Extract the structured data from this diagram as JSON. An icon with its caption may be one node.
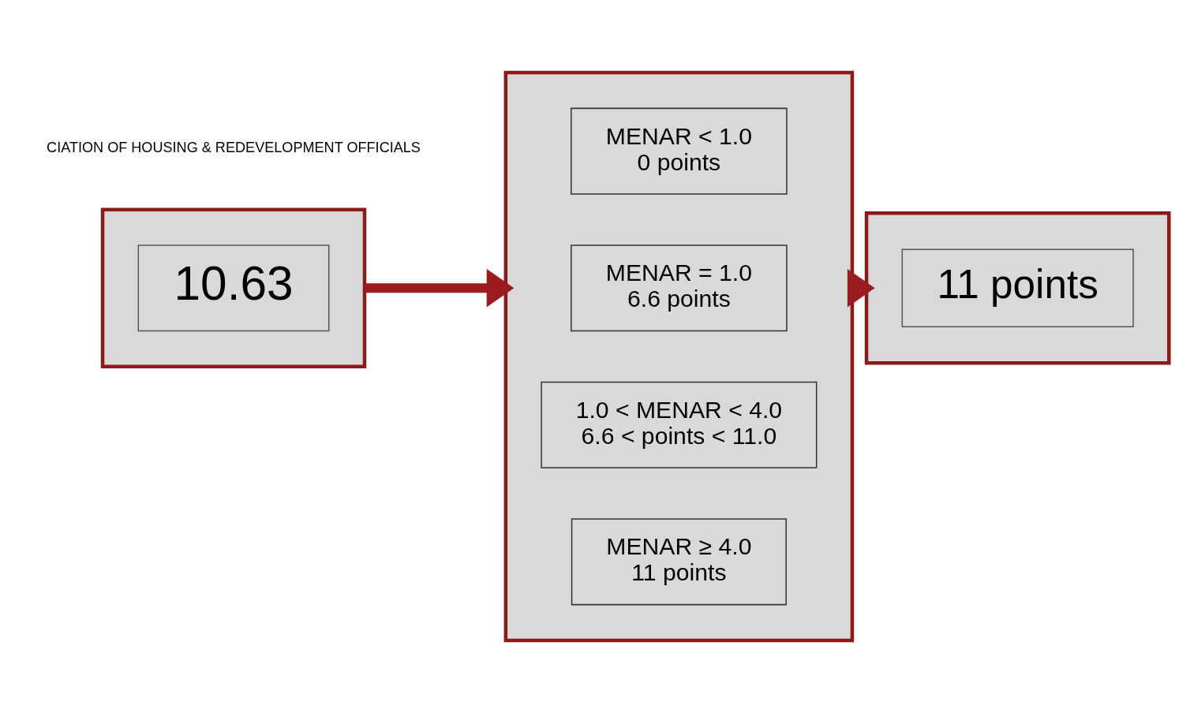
{
  "diagram": {
    "nodes": [
      {
        "text": [],
        "shape": "box"
      },
      {
        "text": [
          "10.63"
        ],
        "in": 0
      },
      {
        "text": [],
        "shape": "box"
      },
      {
        "text": [
          "MENAR < 1.0",
          "0 points"
        ],
        "in": 2
      },
      {
        "text": [
          "MENAR = 1.0",
          "6.6 points"
        ],
        "in": 2
      },
      {
        "text": [
          "1.0 < MENAR < 4.0",
          "6.6 < points < 11.0"
        ],
        "in": 2
      },
      {
        "text": [
          "MENAR ≥ 4.0",
          "11 points"
        ],
        "in": 2
      },
      {
        "text": [],
        "shape": "box"
      },
      {
        "text": [
          "11 points"
        ],
        "in": 7
      }
    ],
    "edges": [
      {
        "from": 0,
        "to": 2,
        "arrow": "to"
      },
      {
        "from": 2,
        "to": 7,
        "arrow": "to"
      }
    ],
    "labels": [
      "CIATION OF HOUSING & REDEVELOPMENT OFFICIALS"
    ]
  }
}
